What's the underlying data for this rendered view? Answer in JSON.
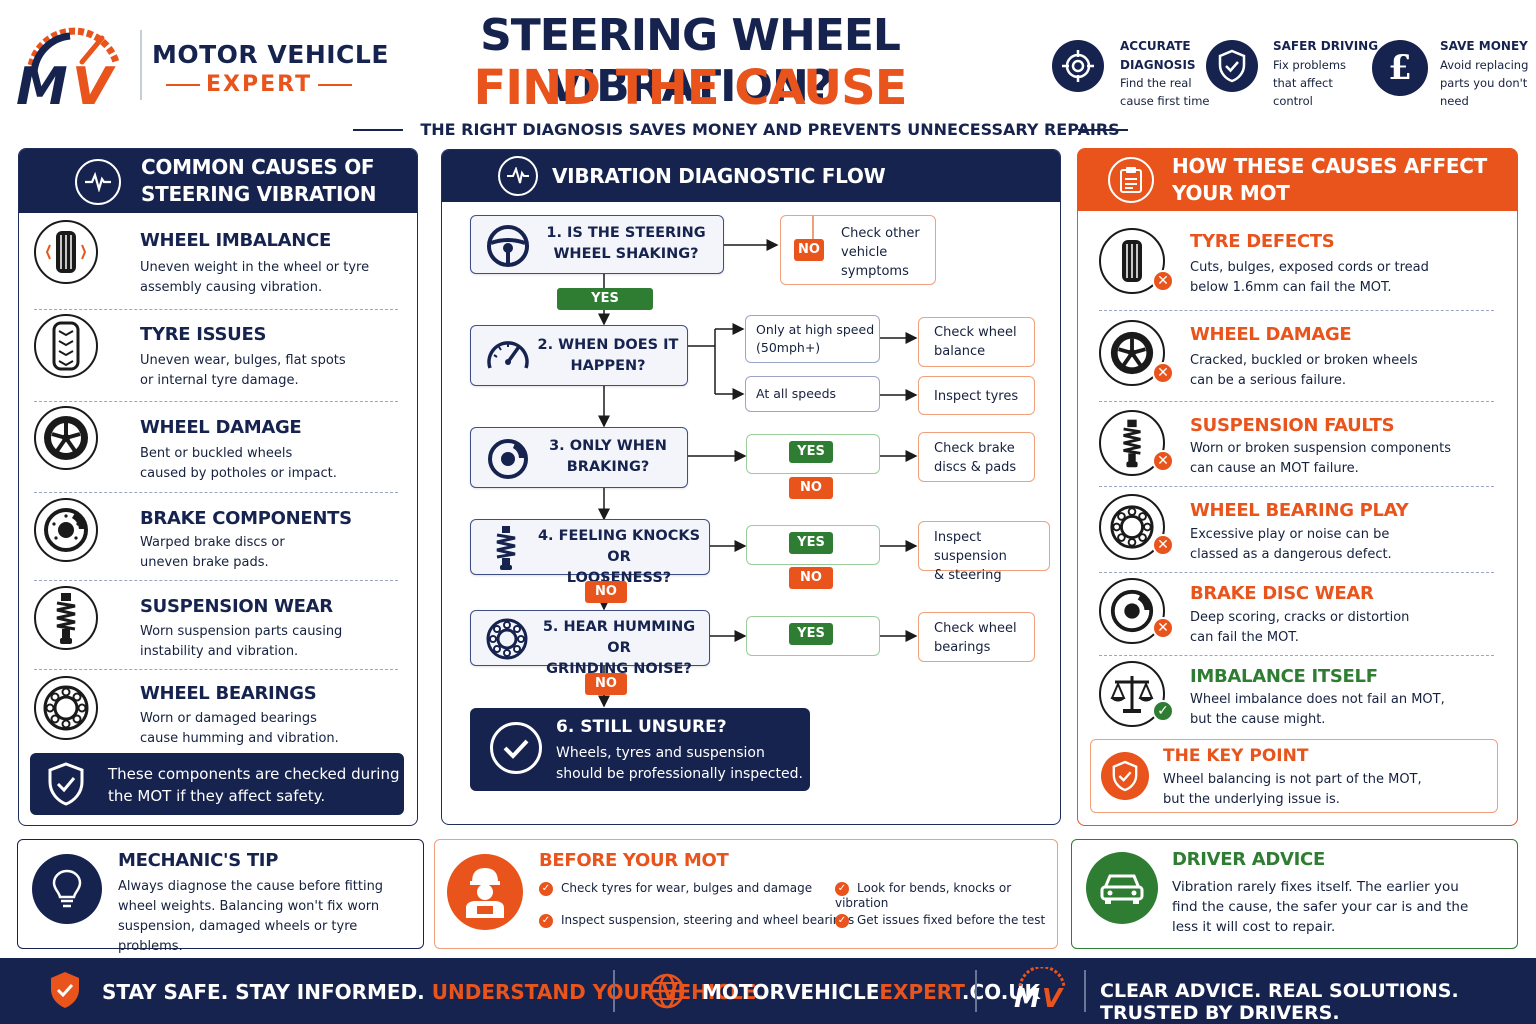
{
  "brand": {
    "line1": "MOTOR VEHICLE",
    "line2": "EXPERT",
    "logo_text": "MV"
  },
  "title": {
    "line1": "STEERING WHEEL VIBRATION?",
    "line2": "FIND THE CAUSE",
    "subtitle": "THE RIGHT DIAGNOSIS SAVES MONEY AND PREVENTS UNNECESSARY REPAIRS"
  },
  "benefits": [
    {
      "icon": "target-icon",
      "title1": "ACCURATE",
      "title2": "DIAGNOSIS",
      "d1": "Find the real",
      "d2": "cause first time"
    },
    {
      "icon": "shield-check-icon",
      "title1": "SAFER DRIVING",
      "d1": "Fix problems",
      "d2": "that affect",
      "d3": "control"
    },
    {
      "icon": "pound-icon",
      "title1": "SAVE MONEY",
      "d1": "Avoid replacing",
      "d2": "parts you don't",
      "d3": "need"
    }
  ],
  "causes": {
    "heading1": "COMMON CAUSES OF",
    "heading2": "STEERING VIBRATION",
    "items": [
      {
        "title": "WHEEL IMBALANCE",
        "d1": "Uneven weight in the wheel or tyre",
        "d2": "assembly causing vibration."
      },
      {
        "title": "TYRE ISSUES",
        "d1": "Uneven wear, bulges, flat spots",
        "d2": "or internal tyre damage."
      },
      {
        "title": "WHEEL DAMAGE",
        "d1": "Bent or buckled wheels",
        "d2": "caused by potholes or impact."
      },
      {
        "title": "BRAKE COMPONENTS",
        "d1": "Warped brake discs or",
        "d2": "uneven brake pads."
      },
      {
        "title": "SUSPENSION WEAR",
        "d1": "Worn suspension parts causing",
        "d2": "instability and vibration."
      },
      {
        "title": "WHEEL BEARINGS",
        "d1": "Worn or damaged bearings",
        "d2": "cause humming and vibration."
      }
    ],
    "note1": "These components are checked during",
    "note2": "the MOT if they affect safety."
  },
  "flow": {
    "heading": "VIBRATION DIAGNOSTIC FLOW",
    "q1a": "1. IS THE STEERING",
    "q1b": "WHEEL SHAKING?",
    "q2a": "2. WHEN DOES IT",
    "q2b": "HAPPEN?",
    "q3a": "3. ONLY WHEN",
    "q3b": "BRAKING?",
    "q4a": "4. FEELING KNOCKS OR",
    "q4b": "LOOSENESS?",
    "q5a": "5. HEAR HUMMING OR",
    "q5b": "GRINDING NOISE?",
    "q6": "6. STILL UNSURE?",
    "q6d1": "Wheels, tyres and suspension",
    "q6d2": "should be professionally inspected.",
    "yes": "YES",
    "no": "NO",
    "other1": "Check other",
    "other2": "vehicle",
    "other3": "symptoms",
    "high1": "Only at high speed",
    "high2": "(50mph+)",
    "all": "At all speeds",
    "bal1": "Check wheel",
    "bal2": "balance",
    "tyres": "Inspect tyres",
    "brake1": "Check brake",
    "brake2": "discs & pads",
    "susp1": "Inspect suspension",
    "susp2": "& steering",
    "bear1": "Check wheel",
    "bear2": "bearings"
  },
  "mot": {
    "heading1": "HOW THESE CAUSES AFFECT",
    "heading2": "YOUR MOT",
    "items": [
      {
        "title": "TYRE DEFECTS",
        "d1": "Cuts, bulges, exposed cords or tread",
        "d2": "below 1.6mm can fail the MOT.",
        "status": "fail"
      },
      {
        "title": "WHEEL DAMAGE",
        "d1": "Cracked, buckled or broken wheels",
        "d2": "can be a serious failure.",
        "status": "fail"
      },
      {
        "title": "SUSPENSION FAULTS",
        "d1": "Worn or broken suspension components",
        "d2": "can cause an MOT failure.",
        "status": "fail"
      },
      {
        "title": "WHEEL BEARING PLAY",
        "d1": "Excessive play or noise can be",
        "d2": "classed as a dangerous defect.",
        "status": "fail"
      },
      {
        "title": "BRAKE DISC WEAR",
        "d1": "Deep scoring, cracks or distortion",
        "d2": "can fail the MOT.",
        "status": "fail"
      },
      {
        "title": "IMBALANCE ITSELF",
        "d1": "Wheel imbalance does not fail an MOT,",
        "d2": "but the cause might.",
        "status": "pass"
      }
    ],
    "key_title": "THE KEY POINT",
    "key1": "Wheel balancing is not part of the MOT,",
    "key2": "but the underlying issue is."
  },
  "tip": {
    "title": "MECHANIC'S TIP",
    "d1": "Always diagnose the cause before fitting",
    "d2": "wheel weights. Balancing won't fix worn",
    "d3": "suspension, damaged wheels or tyre problems."
  },
  "before": {
    "title": "BEFORE YOUR MOT",
    "c1": "Check tyres for wear, bulges and damage",
    "c2": "Look for bends, knocks or vibration",
    "c3": "Inspect suspension, steering and wheel bearings",
    "c4": "Get issues fixed before the test"
  },
  "advice": {
    "title": "DRIVER ADVICE",
    "d1": "Vibration rarely fixes itself. The earlier you",
    "d2": "find the cause, the safer your car is and the",
    "d3": "less it will cost to repair."
  },
  "footer": {
    "s1": "STAY SAFE. STAY INFORMED. ",
    "s2": "UNDERSTAND YOUR VEHICLE.",
    "site1": "MOTORVEHICLE",
    "site2": "EXPERT",
    "site3": ".CO.UK",
    "logo": "MV",
    "tag": "CLEAR ADVICE. REAL SOLUTIONS. TRUSTED BY DRIVERS."
  },
  "colors": {
    "navy": "#16234f",
    "orange": "#e8541b",
    "green": "#2e7d32"
  }
}
